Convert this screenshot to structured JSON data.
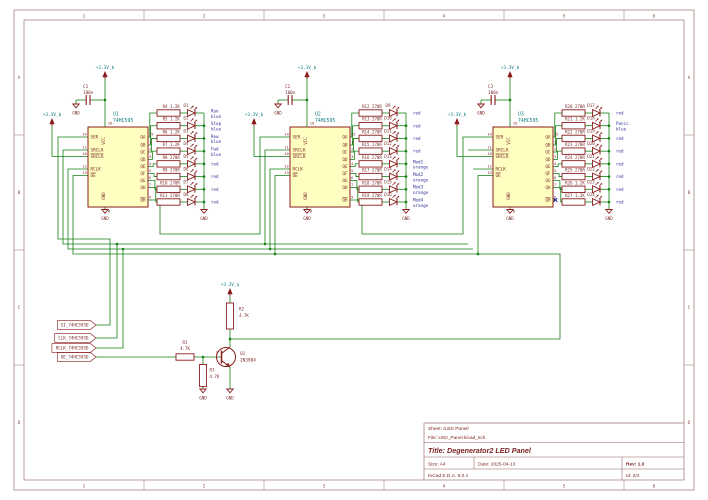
{
  "app": "kicad-schematic-sheet",
  "colors": {
    "wire": "#118011",
    "symbol": "#8a1c1c",
    "fill": "#ffffc2",
    "pin_text": "#7d2b2b",
    "ref_ic": "#0e7c7c",
    "power_label": "#0e7c7c",
    "note_text": "#2f2f99",
    "frame_line": "#b39191",
    "frame_text": "#8d4a4a",
    "title_text": "#7a1f1f",
    "nc": "#000084"
  },
  "frame": {
    "columns": [
      "1",
      "2",
      "3",
      "4",
      "5",
      "6"
    ],
    "rows": [
      "A",
      "B",
      "C",
      "D"
    ]
  },
  "title_block": {
    "sheet": "Sheet: /LED Panel/",
    "file": "File: LED_Panel.kicad_sch",
    "title": "Title: Degenerator2 LED Panel",
    "size": "Size: A4",
    "date": "Date: 2025-04-13",
    "rev": "Rev: 1.0",
    "tool": "KiCad E.D.A. 9.0.1",
    "id": "Id: 2/4"
  },
  "power": {
    "vcc_b": "+3.3V_b",
    "vcc_a": "+3.3V_a",
    "gnd": "GND"
  },
  "chip": {
    "part": "74HC595",
    "pins_left": [
      {
        "num": "14",
        "name": "SER",
        "bar": false
      },
      {
        "num": "11",
        "name": "SRCLK",
        "bar": false
      },
      {
        "num": "10",
        "name": "SRCLR",
        "bar": true
      },
      {
        "num": "12",
        "name": "RCLK",
        "bar": false
      },
      {
        "num": "13",
        "name": "OE",
        "bar": true
      }
    ],
    "pins_right": [
      {
        "num": "15",
        "name": "QA",
        "bar": false
      },
      {
        "num": "1",
        "name": "QB",
        "bar": false
      },
      {
        "num": "2",
        "name": "QC",
        "bar": false
      },
      {
        "num": "3",
        "name": "QD",
        "bar": false
      },
      {
        "num": "4",
        "name": "QE",
        "bar": false
      },
      {
        "num": "5",
        "name": "QF",
        "bar": false
      },
      {
        "num": "6",
        "name": "QG",
        "bar": false
      },
      {
        "num": "7",
        "name": "QH",
        "bar": false
      },
      {
        "num": "9",
        "name": "QH",
        "bar": true
      }
    ],
    "pin_top": {
      "num": "16",
      "name": "VCC"
    },
    "pin_bottom": {
      "num": "8",
      "name": "GND"
    }
  },
  "sections": [
    {
      "ref": "U1",
      "cap": {
        "ref": "C1",
        "value": "100n"
      },
      "rows": [
        {
          "res": "R4",
          "val": "1.2K",
          "led": "D1",
          "net": [
            "Run",
            "blue"
          ]
        },
        {
          "res": "R5",
          "val": "1.2K",
          "led": "D2",
          "net": [
            "Stop",
            "blue"
          ]
        },
        {
          "res": "R6",
          "val": "1.2K",
          "led": "D3",
          "net": [
            "Rew",
            "blue"
          ]
        },
        {
          "res": "R7",
          "val": "1.2K",
          "led": "D4",
          "net": [
            "Fwd",
            "blue"
          ]
        },
        {
          "res": "R8",
          "val": "270R",
          "led": "D5",
          "net": [
            "red"
          ]
        },
        {
          "res": "R9",
          "val": "270R",
          "led": "D6",
          "net": [
            "red"
          ]
        },
        {
          "res": "R10",
          "val": "270R",
          "led": "D7",
          "net": [
            "red"
          ]
        },
        {
          "res": "R11",
          "val": "270R",
          "led": "D8",
          "net": [
            "red"
          ]
        }
      ]
    },
    {
      "ref": "U2",
      "cap": {
        "ref": "C2",
        "value": "100n"
      },
      "rows": [
        {
          "res": "R12",
          "val": "270R",
          "led": "D9",
          "net": [
            "red"
          ]
        },
        {
          "res": "R13",
          "val": "270R",
          "led": "D10",
          "net": [
            "red"
          ]
        },
        {
          "res": "R14",
          "val": "270R",
          "led": "D11",
          "net": [
            "red"
          ]
        },
        {
          "res": "R15",
          "val": "270R",
          "led": "D12",
          "net": [
            "red"
          ]
        },
        {
          "res": "R16",
          "val": "270R",
          "led": "D13",
          "net": [
            "Mod1",
            "orange"
          ]
        },
        {
          "res": "R17",
          "val": "270R",
          "led": "D14",
          "net": [
            "Mod2",
            "orange"
          ]
        },
        {
          "res": "R18",
          "val": "270R",
          "led": "D15",
          "net": [
            "Mod3",
            "orange"
          ]
        },
        {
          "res": "R19",
          "val": "270R",
          "led": "D16",
          "net": [
            "Mod4",
            "orange"
          ]
        }
      ]
    },
    {
      "ref": "U3",
      "cap": {
        "ref": "C3",
        "value": "100n"
      },
      "rows": [
        {
          "res": "R20",
          "val": "270R",
          "led": "D17",
          "net": [
            "red"
          ]
        },
        {
          "res": "R21",
          "val": "1.2K",
          "led": "D18",
          "net": [
            "Panic",
            "blue"
          ]
        },
        {
          "res": "R22",
          "val": "270R",
          "led": "D19",
          "net": [
            "red"
          ]
        },
        {
          "res": "R23",
          "val": "270R",
          "led": "D20",
          "net": [
            "red"
          ]
        },
        {
          "res": "R24",
          "val": "270R",
          "led": "D21",
          "net": [
            "red"
          ]
        },
        {
          "res": "R25",
          "val": "270R",
          "led": "D22",
          "net": [
            "red"
          ]
        },
        {
          "res": "R26",
          "val": "1.2K",
          "led": "D23",
          "net": [
            "red"
          ]
        },
        {
          "res": "R27",
          "val": "1.2K",
          "led": "D24",
          "net": [
            "red"
          ]
        }
      ]
    }
  ],
  "driver": {
    "labels": [
      "SI_74HC595D",
      "CLK_74HC595D",
      "RCLK_74HC595D",
      "OE_74HC595D"
    ],
    "r1": {
      "ref": "R1",
      "val": "4.7K"
    },
    "r2": {
      "ref": "R2",
      "val": "4.7K"
    },
    "r3": {
      "ref": "R3",
      "val": "4.7K"
    },
    "q1": {
      "ref": "Q1",
      "val": "2N3904",
      "pin_base": "2"
    }
  }
}
